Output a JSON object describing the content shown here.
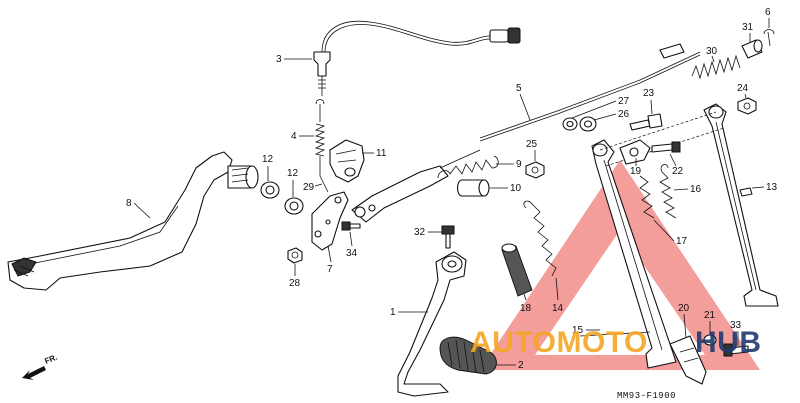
{
  "diagram_code": "MM93-F1900",
  "direction_label": "FR.",
  "watermark": {
    "text_orange": "AUTOMOTO",
    "text_navy": "HUB",
    "color_triangle": "#e8302a",
    "color_orange": "#f5a623",
    "color_navy": "#1f3a6e"
  },
  "labels": {
    "p1": "1",
    "p2": "2",
    "p3": "3",
    "p4": "4",
    "p5": "5",
    "p6": "6",
    "p7": "7",
    "p8": "8",
    "p9": "9",
    "p10": "10",
    "p11": "11",
    "p12a": "12",
    "p12b": "12",
    "p13": "13",
    "p14": "14",
    "p15": "15",
    "p16": "16",
    "p17": "17",
    "p18": "18",
    "p19": "19",
    "p20": "20",
    "p21": "21",
    "p22": "22",
    "p23": "23",
    "p24": "24",
    "p25": "25",
    "p26": "26",
    "p27": "27",
    "p28": "28",
    "p29": "29",
    "p30": "30",
    "p31": "31",
    "p32": "32",
    "p33": "33",
    "p34": "34"
  }
}
